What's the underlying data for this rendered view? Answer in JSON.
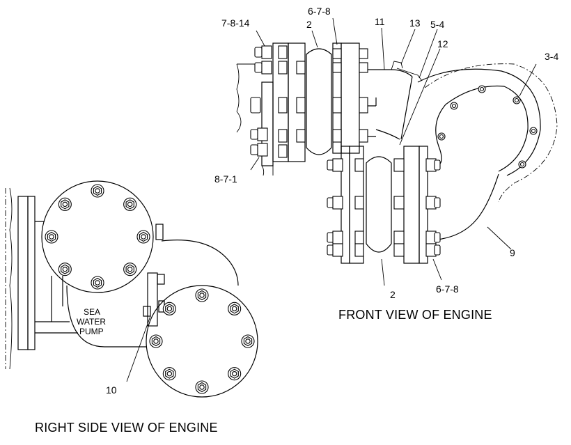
{
  "titles": {
    "front": "FRONT VIEW OF ENGINE",
    "side": "RIGHT SIDE VIEW OF ENGINE"
  },
  "pump_label": [
    "SEA",
    "WATER",
    "PUMP"
  ],
  "callouts": {
    "c_7_8_14": "7-8-14",
    "c_2_top": "2",
    "c_6_7_8_top": "6-7-8",
    "c_11": "11",
    "c_13": "13",
    "c_5_4": "5-4",
    "c_12": "12",
    "c_3_4": "3-4",
    "c_8_7_1": "8-7-1",
    "c_9": "9",
    "c_2_bottom": "2",
    "c_6_7_8_bottom": "6-7-8",
    "c_10": "10"
  }
}
